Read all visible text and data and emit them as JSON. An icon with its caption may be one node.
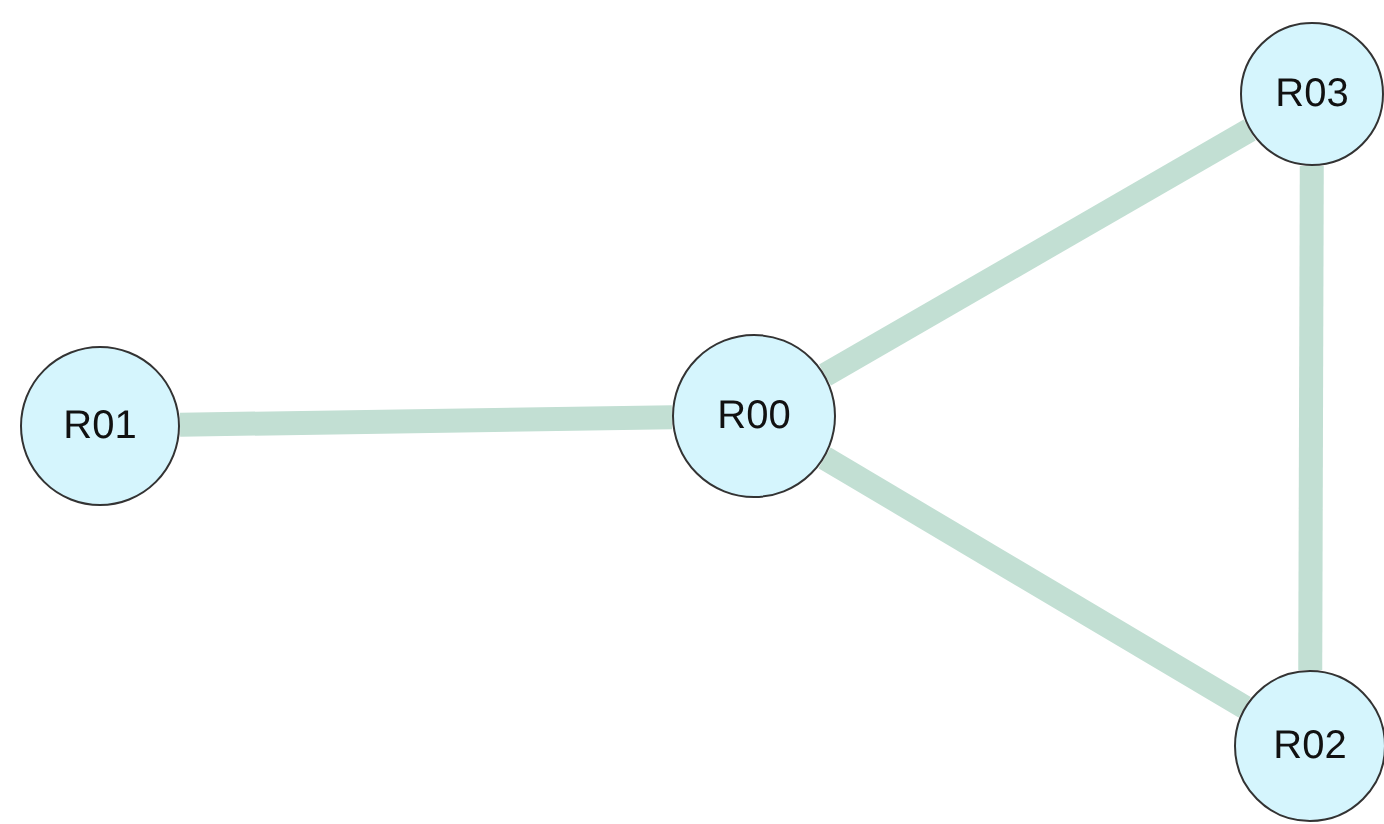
{
  "diagram": {
    "nodes": [
      {
        "text": [
          "R03"
        ]
      },
      {
        "text": [
          "R01"
        ]
      },
      {
        "text": [
          "R00"
        ]
      },
      {
        "text": [
          "R02"
        ]
      }
    ],
    "edges": [
      {
        "from": 1,
        "to": 2,
        "arrow": "none"
      },
      {
        "from": 2,
        "to": 0,
        "arrow": "none"
      },
      {
        "from": 2,
        "to": 3,
        "arrow": "none"
      },
      {
        "from": 0,
        "to": 3,
        "arrow": "none"
      }
    ]
  }
}
